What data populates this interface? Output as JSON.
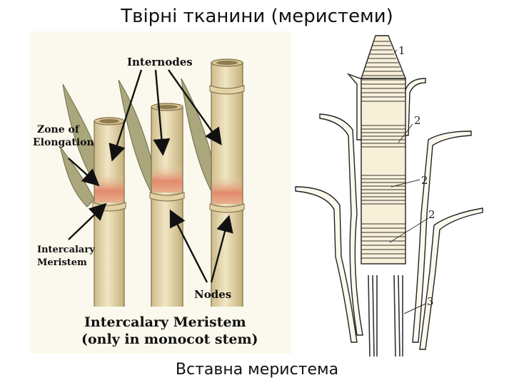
{
  "slide": {
    "title": "Твірні тканини (меристеми)",
    "caption": "Вставна меристема"
  },
  "left_figure": {
    "label_internodes": "Internodes",
    "label_zone_line1": "Zone of",
    "label_zone_line2": "Elongation",
    "label_intercalary_line1": "Intercalary",
    "label_intercalary_line2": "Meristem",
    "label_nodes": "Nodes",
    "caption_line1": "Intercalary Meristem",
    "caption_line2": "(only in monocot stem)"
  },
  "right_figure": {
    "label_1": "1",
    "label_2a": "2",
    "label_2b": "2",
    "label_2c": "2",
    "label_3": "3"
  },
  "colors": {
    "stem": "#e6d6ab",
    "stem_edge": "#7d6c45",
    "leaf": "#a9a77b",
    "meristem": "#e38a6c",
    "panel": "#fbf8ed"
  }
}
